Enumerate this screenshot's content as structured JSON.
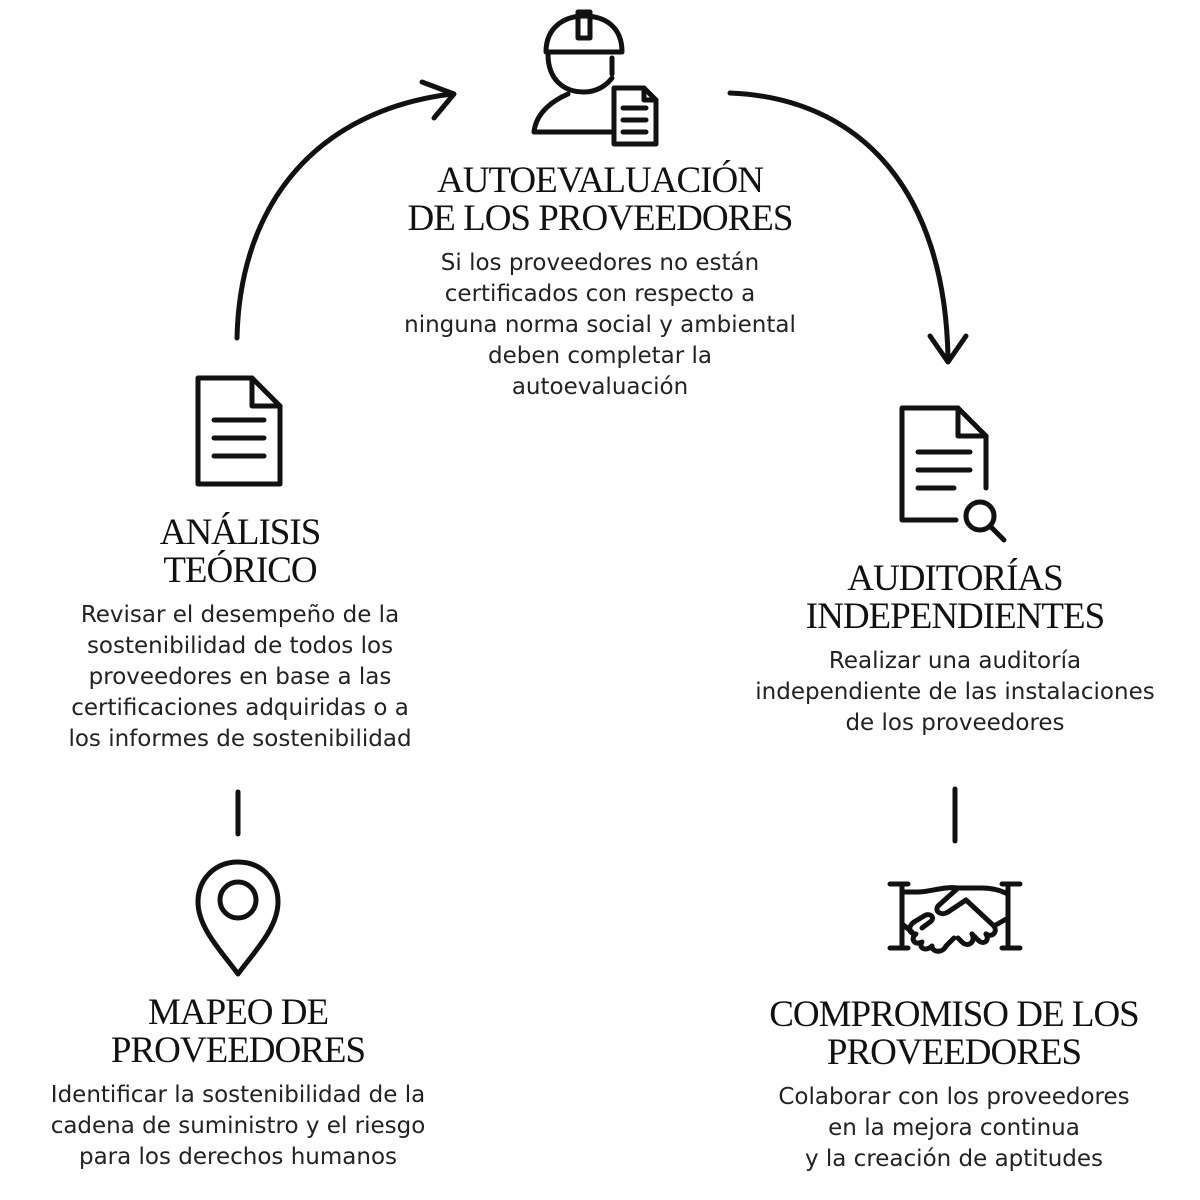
{
  "steps": {
    "autoevaluacion": {
      "title_line1": "AUTOEVALUACIÓN",
      "title_line2": "DE LOS PROVEEDORES",
      "desc_lines": [
        "Si los proveedores no están",
        "certificados con respecto a",
        "ninguna norma social y ambiental",
        "deben completar la",
        "autoevaluación"
      ],
      "icon": "worker-with-document-icon"
    },
    "analisis": {
      "title_line1": "ANÁLISIS",
      "title_line2": "TEÓRICO",
      "desc_lines": [
        "Revisar el desempeño de la",
        "sostenibilidad de todos los",
        "proveedores en base a las",
        "certificaciones adquiridas o a",
        "los informes de sostenibilidad"
      ],
      "icon": "document-icon"
    },
    "auditorias": {
      "title_line1": "AUDITORÍAS",
      "title_line2": "INDEPENDIENTES",
      "desc_lines": [
        "Realizar una auditoría",
        "independiente de las instalaciones",
        "de los proveedores"
      ],
      "icon": "document-search-icon"
    },
    "mapeo": {
      "title_line1": "MAPEO DE",
      "title_line2": "PROVEEDORES",
      "desc_lines": [
        "Identificar la sostenibilidad de la",
        "cadena de suministro y el riesgo",
        "para los derechos humanos"
      ],
      "icon": "map-pin-icon"
    },
    "compromiso": {
      "title_line1": "COMPROMISO DE LOS",
      "title_line2": "PROVEEDORES",
      "desc_lines": [
        "Colaborar con los proveedores",
        "en la mejora continua",
        "y la creación de aptitudes"
      ],
      "icon": "handshake-icon"
    }
  },
  "colors": {
    "ink": "#111111",
    "background": "#ffffff"
  }
}
